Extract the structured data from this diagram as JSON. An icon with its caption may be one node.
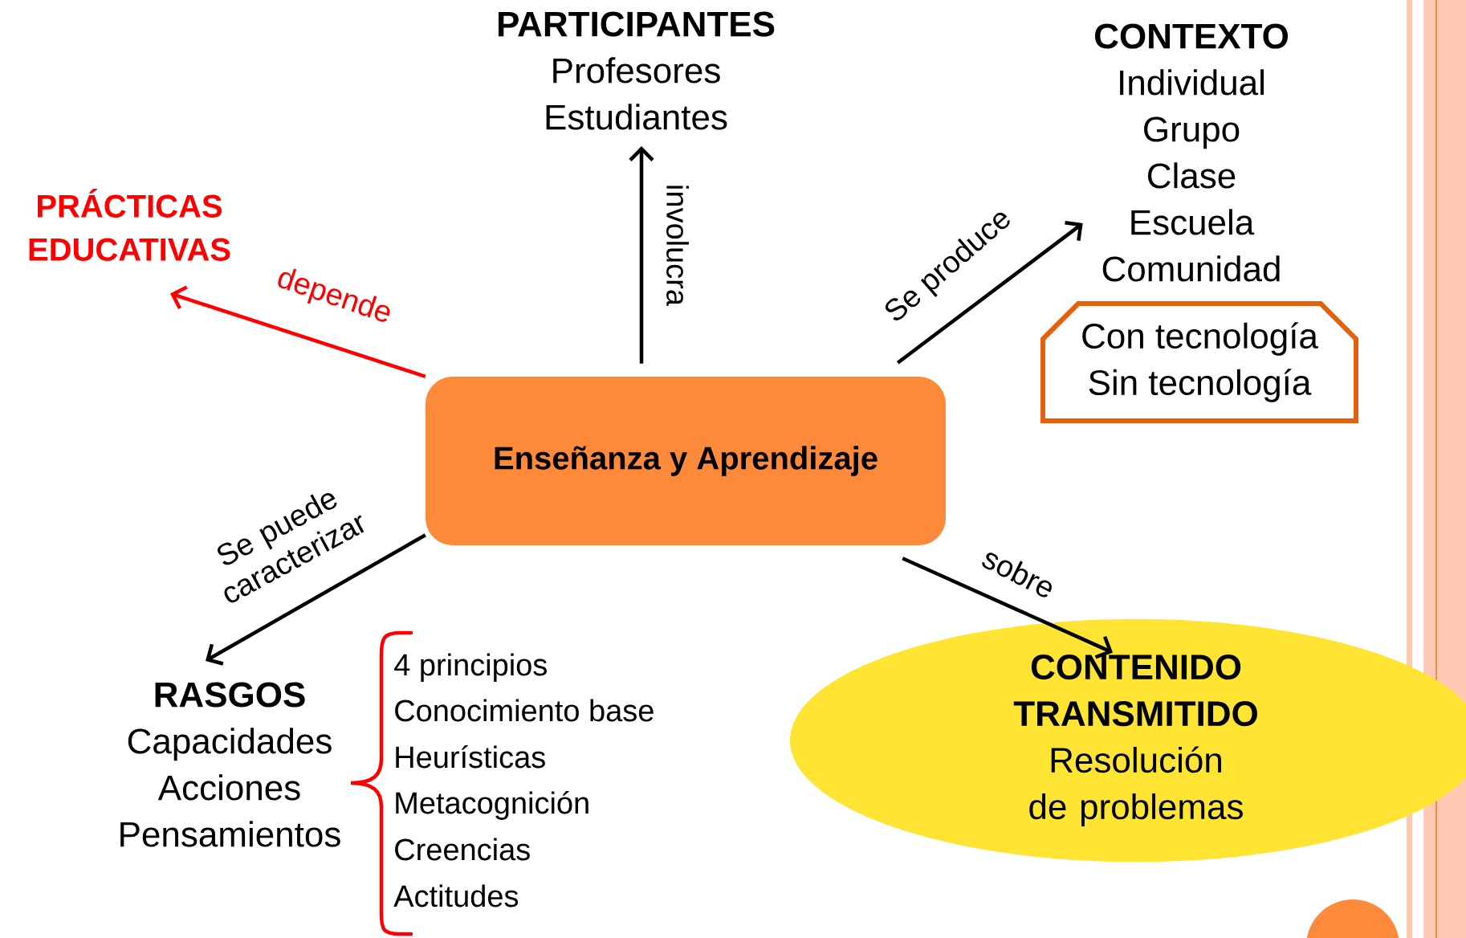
{
  "diagram": {
    "nodes": [
      {
        "text": [
          "Enseñanza y Aprendizaje"
        ]
      },
      {
        "text": [
          "PRÁCTICAS EDUCATIVAS"
        ]
      },
      {
        "text": [
          "PARTICIPANTES",
          "Profesores",
          "Estudiantes"
        ]
      },
      {
        "text": [
          "CONTEXTO",
          "Individual",
          "Grupo",
          "Clase",
          "Escuela",
          "Comunidad"
        ]
      },
      {
        "text": [
          "Con tecnología",
          "Sin tecnología"
        ]
      },
      {
        "text": [
          "RASGOS",
          "Capacidades",
          "Acciones",
          "Pensamientos"
        ]
      },
      {
        "text": [
          "CONTENIDO TRANSMITIDO",
          "Resolución de problemas"
        ]
      }
    ],
    "edges": [
      {
        "from": 0,
        "to": 1,
        "arrow": "to",
        "label": "depende",
        "color": "#ff0000"
      },
      {
        "from": 0,
        "to": 2,
        "arrow": "to",
        "label": "involucra"
      },
      {
        "from": 0,
        "to": 3,
        "arrow": "to",
        "label": "Se produce"
      },
      {
        "from": 0,
        "to": 5,
        "arrow": "to",
        "label": "Se puede caracterizar"
      },
      {
        "from": 0,
        "to": 6,
        "arrow": "to",
        "label": "sobre"
      }
    ],
    "labels": [
      "4 principios",
      "Conocimiento base",
      "Heurísticas",
      "Metacognición",
      "Creencias",
      "Actitudes"
    ]
  }
}
